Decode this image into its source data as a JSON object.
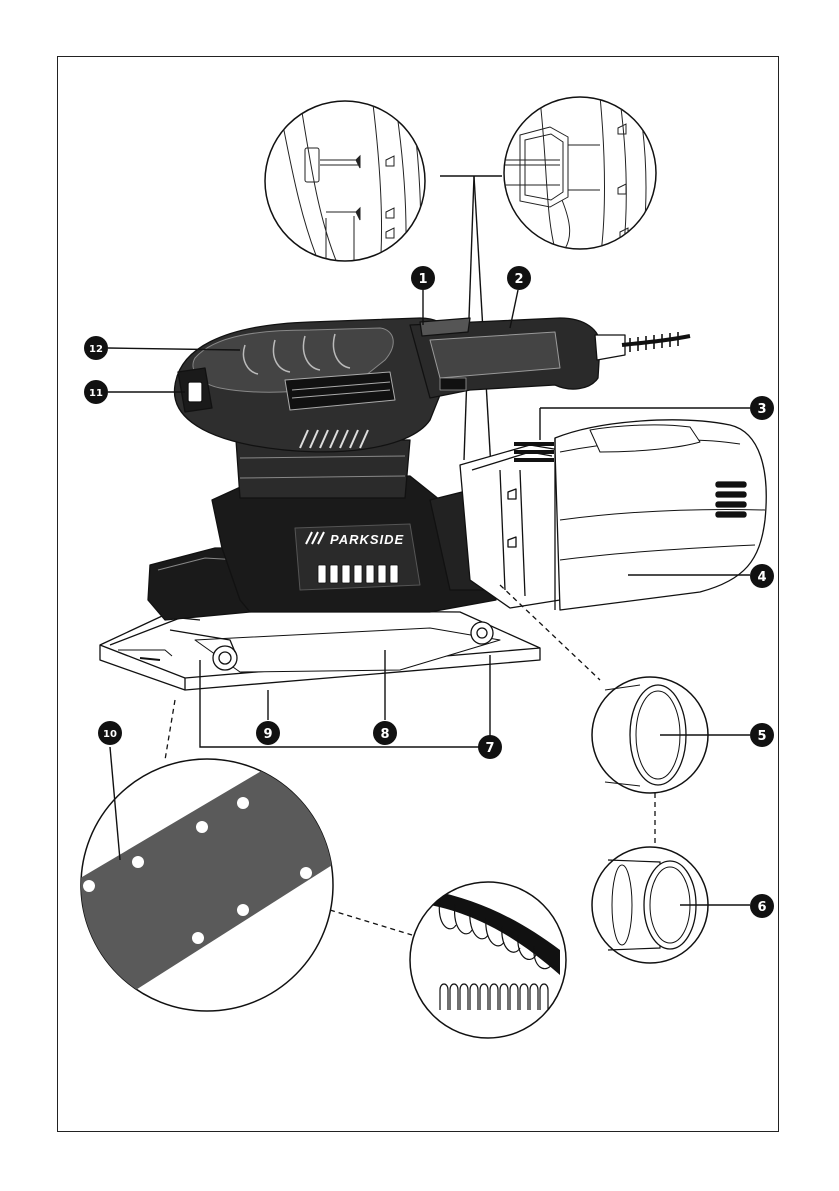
{
  "brand": "PARKSIDE",
  "callouts": [
    {
      "id": "1",
      "label": "1"
    },
    {
      "id": "2",
      "label": "2"
    },
    {
      "id": "3",
      "label": "3"
    },
    {
      "id": "4",
      "label": "4"
    },
    {
      "id": "5",
      "label": "5"
    },
    {
      "id": "6",
      "label": "6"
    },
    {
      "id": "7",
      "label": "7"
    },
    {
      "id": "8",
      "label": "8"
    },
    {
      "id": "9",
      "label": "9"
    },
    {
      "id": "10",
      "label": "10"
    },
    {
      "id": "11",
      "label": "11"
    },
    {
      "id": "12",
      "label": "12"
    }
  ],
  "colors": {
    "line": "#1a1a1a",
    "callout_fill": "#111111",
    "sandpaper": "#5a5a5a"
  }
}
